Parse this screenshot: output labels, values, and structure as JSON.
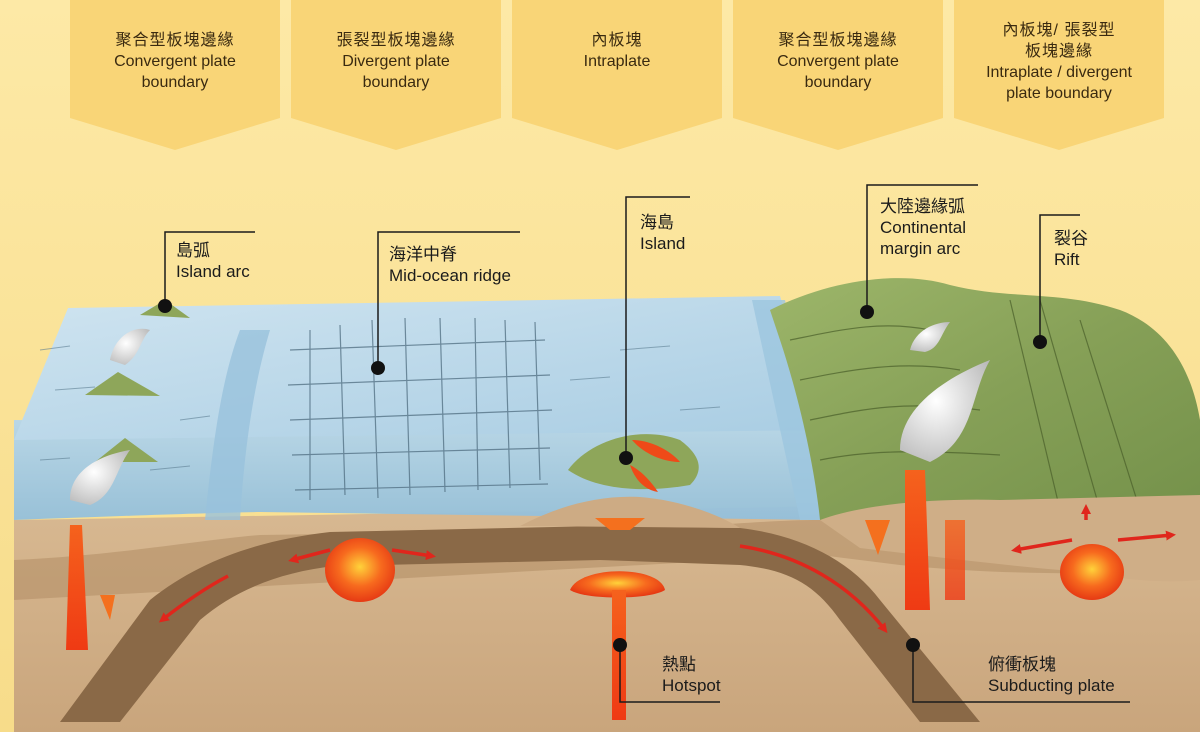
{
  "banners": [
    {
      "zh": "聚合型板塊邊緣",
      "en1": "Convergent plate",
      "en2": "boundary"
    },
    {
      "zh": "張裂型板塊邊緣",
      "en1": "Divergent plate",
      "en2": "boundary"
    },
    {
      "zh": "內板塊",
      "en1": "Intraplate",
      "en2": ""
    },
    {
      "zh": "聚合型板塊邊緣",
      "en1": "Convergent plate",
      "en2": "boundary"
    },
    {
      "zh": "內板塊/ 張裂型",
      "zh2": "板塊邊緣",
      "en1": "Intraplate / divergent",
      "en2": "plate boundary"
    }
  ],
  "labels": {
    "island_arc": {
      "zh": "島弧",
      "en": "Island arc"
    },
    "mid_ocean_ridge": {
      "zh": "海洋中脊",
      "en": "Mid-ocean ridge"
    },
    "island": {
      "zh": "海島",
      "en": "Island"
    },
    "continental_arc": {
      "zh": "大陸邊緣弧",
      "en1": "Continental",
      "en2": "margin arc"
    },
    "rift": {
      "zh": "裂谷",
      "en": "Rift"
    },
    "hotspot": {
      "zh": "熱點",
      "en": "Hotspot"
    },
    "subducting_plate": {
      "zh": "俯衝板塊",
      "en": "Subducting plate"
    }
  },
  "colors": {
    "background": "#fbe7a0",
    "banner": "#f9d87a",
    "ocean": "#bcd9ea",
    "land": "#8ea65a",
    "crust": "#c9a77e",
    "plate": "#8b6a48",
    "magma": "#f0441c",
    "arrow": "#e0261c"
  }
}
